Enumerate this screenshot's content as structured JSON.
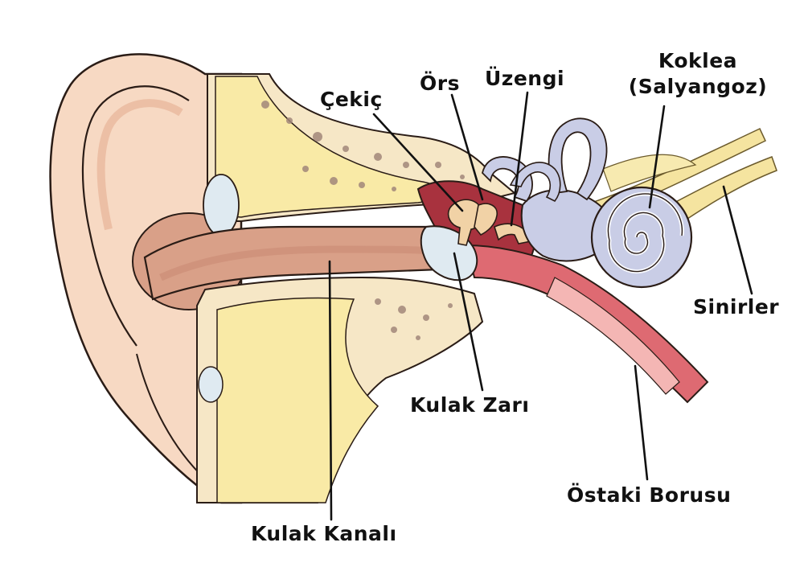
{
  "labels": {
    "cekic": "Çekiç",
    "ors": "Örs",
    "uzengi": "Üzengi",
    "koklea_line1": "Koklea",
    "koklea_line2": "(Salyangoz)",
    "sinirler": "Sinirler",
    "kulak_zari": "Kulak Zarı",
    "ostaki": "Östaki Borusu",
    "kulak_kanali": "Kulak Kanalı"
  },
  "colors": {
    "skin": "#f7d9c3",
    "skin_dark": "#e9b89e",
    "canal": "#d9a088",
    "bone_yellow": "#f9eaa6",
    "bone_cream": "#f6e7c6",
    "middle_ear": "#a8323e",
    "tube": "#de6a72",
    "tube_light": "#f4b6b4",
    "cochlea": "#c9cde6",
    "nerve": "#f5e4a0",
    "ossicle": "#f1d2a6",
    "eardrum": "#dfeaf1"
  }
}
